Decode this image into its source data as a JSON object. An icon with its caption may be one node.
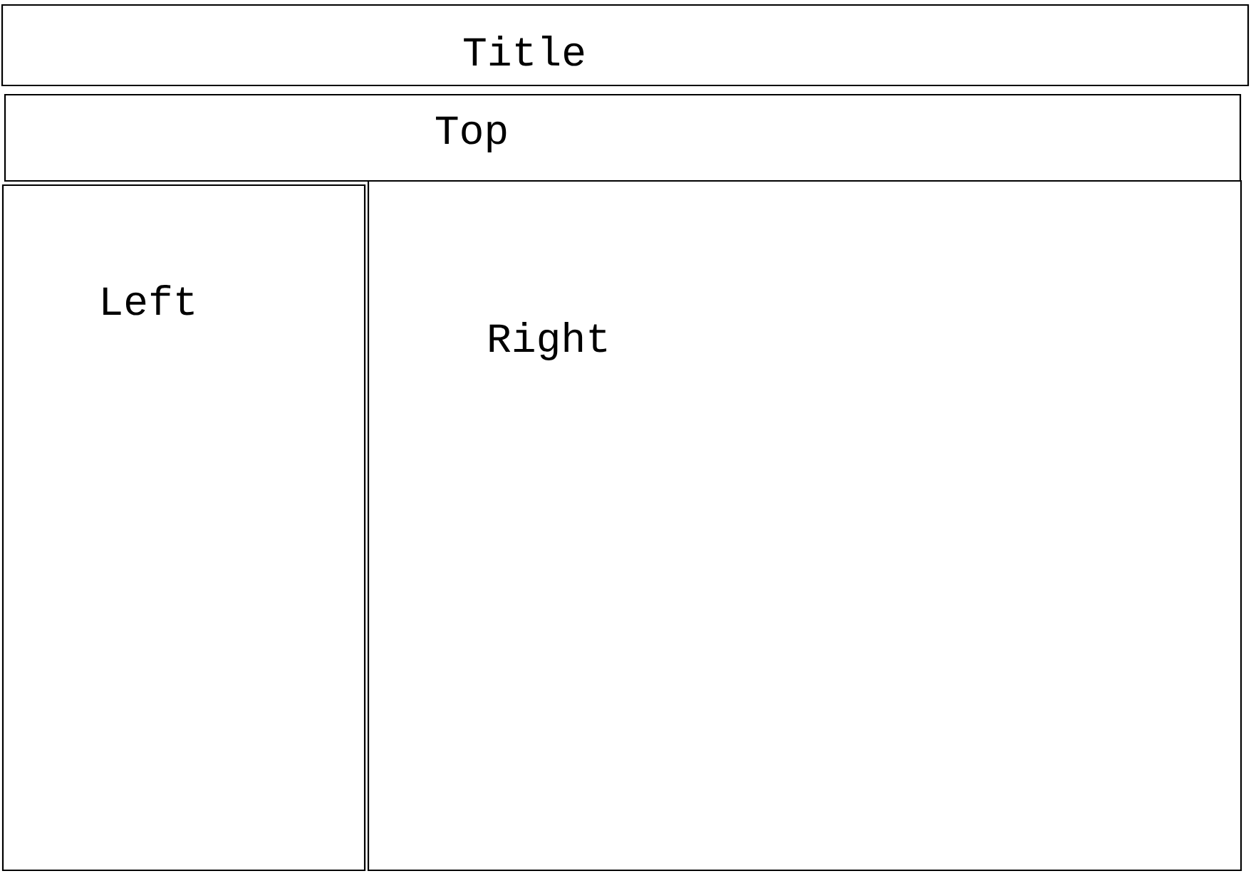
{
  "diagram": {
    "nodes": [
      {
        "text": [
          "Title"
        ]
      },
      {
        "text": [
          "Top"
        ]
      },
      {
        "text": [
          "Left"
        ]
      },
      {
        "text": [
          "Right"
        ]
      }
    ]
  }
}
